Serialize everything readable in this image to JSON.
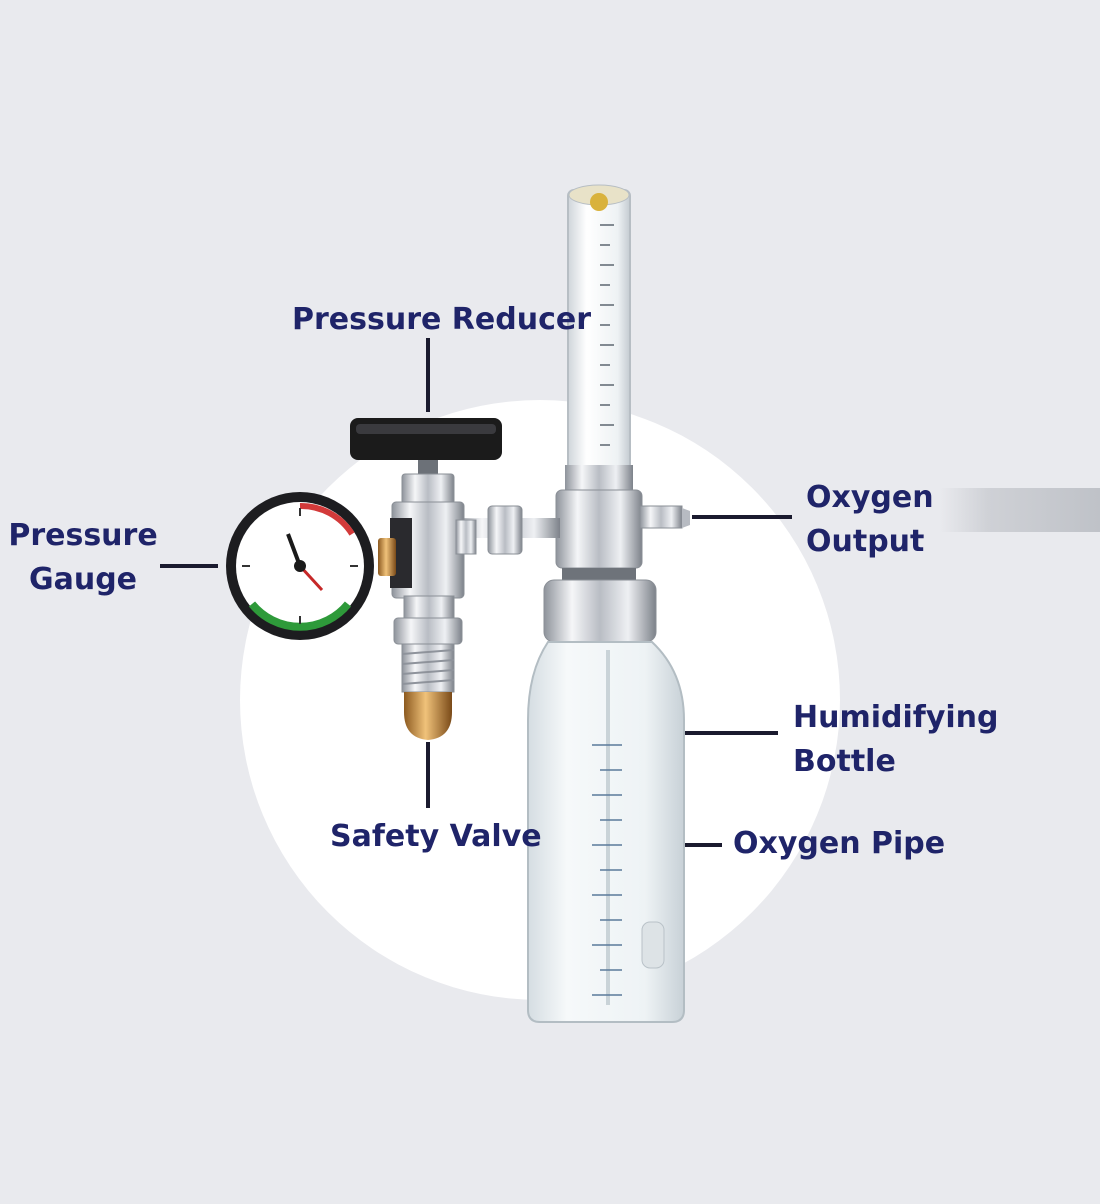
{
  "labels": {
    "pressure_reducer": "Pressure Reducer",
    "pressure_gauge": [
      "Pressure",
      "Gauge"
    ],
    "oxygen_output": [
      "Oxygen",
      "Output"
    ],
    "humidifying_bottle": [
      "Humidifying",
      "Bottle"
    ],
    "safety_valve": "Safety Valve",
    "oxygen_pipe": "Oxygen Pipe"
  },
  "colors": {
    "background": "#e9eaee",
    "circle": "#ffffff",
    "label_text": "#1f2469",
    "leader_line": "#1a1a2e",
    "knob": "#1b1b1b",
    "chrome": "#c9ccd2",
    "brass": "#c58a3b",
    "gauge_green": "#2e9a3a",
    "gauge_red": "#d33a3a",
    "bottle": "#eef3f5"
  },
  "icons": [
    "pressure-reducer-knob",
    "pressure-gauge-dial",
    "flowmeter-tube",
    "humidifier-bottle"
  ]
}
